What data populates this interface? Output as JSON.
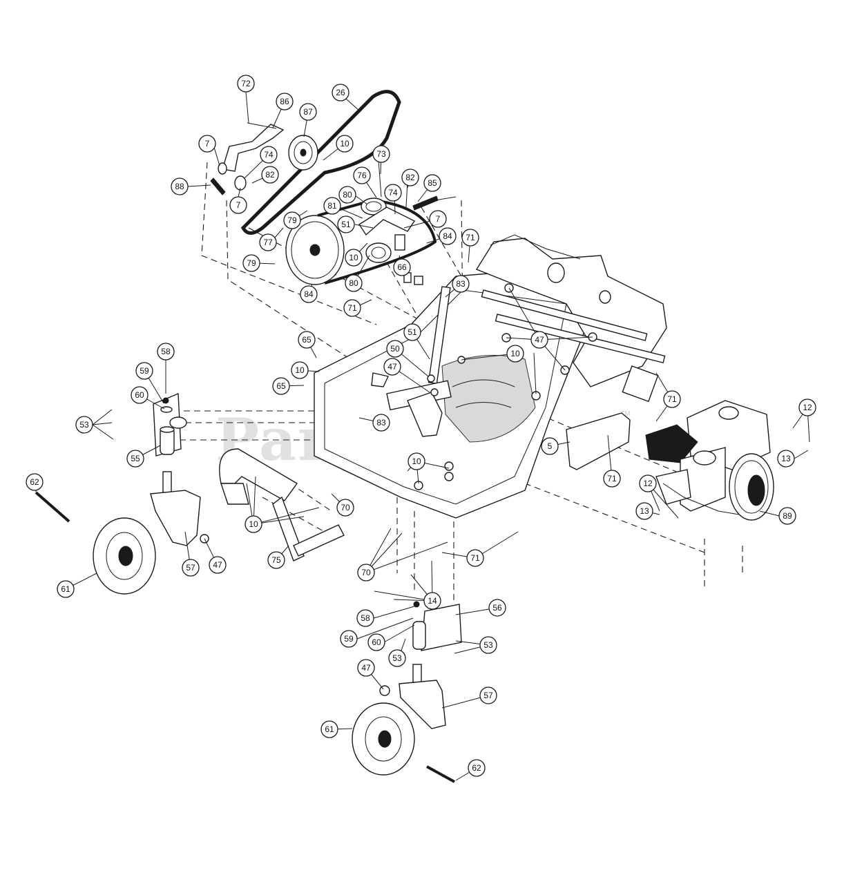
{
  "watermark": {
    "text": "PartsTree",
    "trademark": "TM"
  },
  "callouts": [
    "72",
    "86",
    "87",
    "26",
    "10",
    "7",
    "74",
    "82",
    "88",
    "7",
    "73",
    "76",
    "82",
    "85",
    "80",
    "74",
    "81",
    "51",
    "7",
    "84",
    "79",
    "77",
    "10",
    "79",
    "66",
    "84",
    "80",
    "71",
    "83",
    "71",
    "65",
    "10",
    "51",
    "50",
    "47",
    "10",
    "47",
    "47",
    "71",
    "12",
    "13",
    "12",
    "13",
    "5",
    "71",
    "89",
    "58",
    "59",
    "60",
    "53",
    "55",
    "83",
    "65",
    "62",
    "10",
    "70",
    "70",
    "71",
    "10",
    "75",
    "14",
    "47",
    "57",
    "61",
    "58",
    "59",
    "60",
    "53",
    "56",
    "53",
    "47",
    "57",
    "61",
    "62"
  ]
}
